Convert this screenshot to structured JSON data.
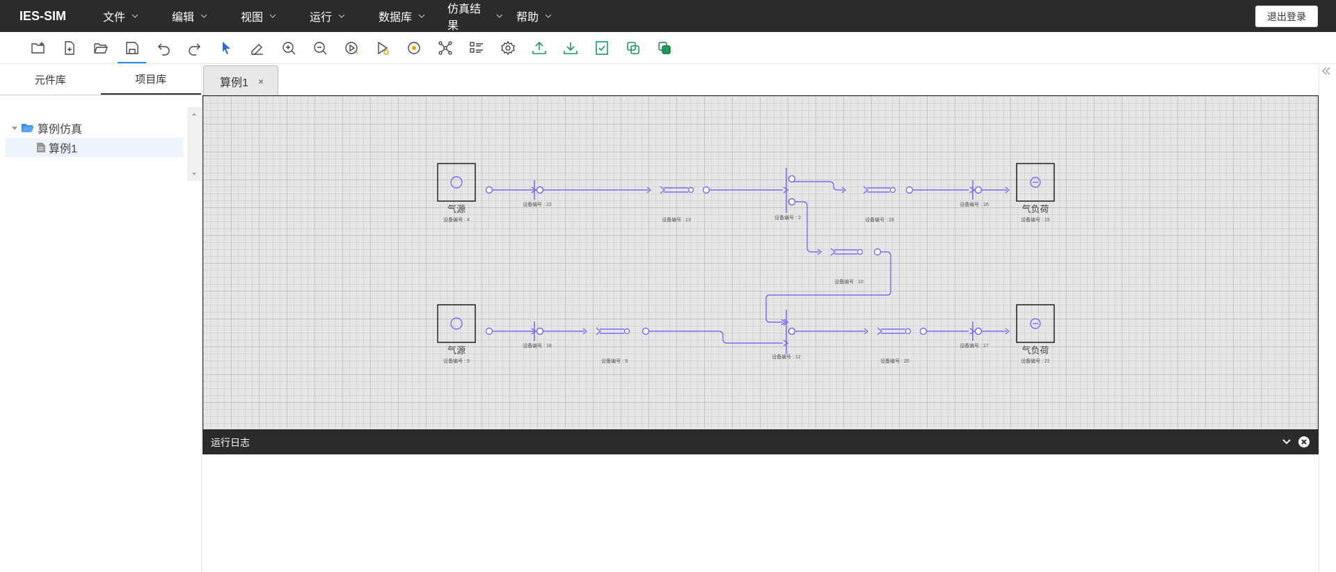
{
  "app": {
    "brand": "IES-SIM",
    "logout_label": "退出登录"
  },
  "menu": [
    {
      "label": "文件"
    },
    {
      "label": "编辑"
    },
    {
      "label": "视图"
    },
    {
      "label": "运行"
    },
    {
      "label": "数据库"
    },
    {
      "label": "仿真结果"
    },
    {
      "label": "帮助"
    }
  ],
  "toolbar": [
    "new-folder-icon",
    "new-file-icon",
    "open-folder-icon",
    "save-icon",
    "undo-icon",
    "redo-icon",
    "pointer-icon",
    "eraser-icon",
    "zoom-in-icon",
    "zoom-out-icon",
    "run-icon",
    "run-step-icon",
    "stop-icon",
    "topology-icon",
    "list-icon",
    "settings-icon",
    "upload-icon",
    "download-icon",
    "check-icon",
    "copy-icon",
    "layers-icon"
  ],
  "left_panel": {
    "tabs": [
      {
        "label": "元件库"
      },
      {
        "label": "项目库"
      }
    ],
    "active_tab": 1,
    "tree": {
      "root": "算例仿真",
      "children": [
        "算例1"
      ]
    }
  },
  "doc_tabs": [
    {
      "label": "算例1",
      "close": "×"
    }
  ],
  "diagram": {
    "source_label": "气源",
    "load_label": "气负荷",
    "small_labels": {
      "src_top": "设备编号 : 4",
      "src_bot": "设备编号 : 5",
      "load_top": "设备编号 : 15",
      "load_bot": "设备编号 : 21",
      "n22": "设备编号 : 22",
      "n13": "设备编号 : 13",
      "n2": "设备编号 : 2",
      "n19": "设备编号 : 19",
      "n16": "设备编号 : 16",
      "n10": "设备编号 : 10",
      "n18": "设备编号 : 18",
      "n9": "设备编号 : 9",
      "n12": "设备编号 : 12",
      "n20": "设备编号 : 20",
      "n17": "设备编号 : 17"
    },
    "line_color": "#7a6cf0"
  },
  "log": {
    "title": "运行日志"
  }
}
